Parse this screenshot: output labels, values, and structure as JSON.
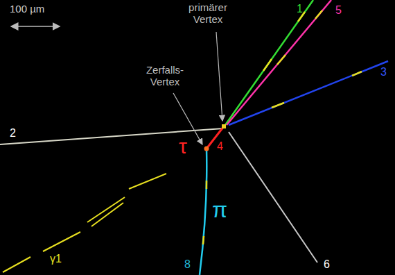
{
  "diagram": {
    "labels": [
      "100 µm",
      "primärer Vertex",
      "Zerfalls- Vertex",
      "1",
      "5",
      "3",
      "2",
      "4",
      "τ",
      "π",
      "8",
      "6",
      "γ1"
    ]
  }
}
